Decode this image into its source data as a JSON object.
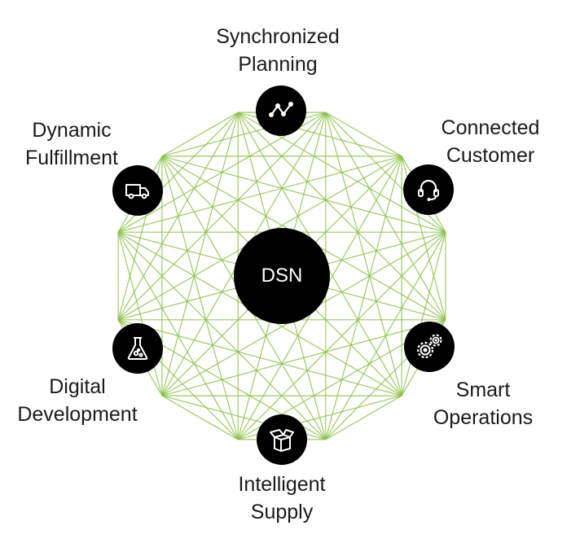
{
  "hub": {
    "label": "DSN"
  },
  "colors": {
    "mesh": "#8cc04a",
    "node": "#000000",
    "icon": "#ffffff"
  },
  "nodes": [
    {
      "id": "synchronized-planning",
      "icon": "line-graph-icon",
      "lines": [
        "Synchronized",
        "Planning"
      ]
    },
    {
      "id": "connected-customer",
      "icon": "headset-icon",
      "lines": [
        "Connected",
        "Customer"
      ]
    },
    {
      "id": "smart-operations",
      "icon": "gears-icon",
      "lines": [
        "Smart",
        "Operations"
      ]
    },
    {
      "id": "intelligent-supply",
      "icon": "open-box-icon",
      "lines": [
        "Intelligent",
        "Supply"
      ]
    },
    {
      "id": "digital-development",
      "icon": "flask-icon",
      "lines": [
        "Digital",
        "Development"
      ]
    },
    {
      "id": "dynamic-fulfillment",
      "icon": "truck-icon",
      "lines": [
        "Dynamic",
        "Fulfillment"
      ]
    }
  ]
}
